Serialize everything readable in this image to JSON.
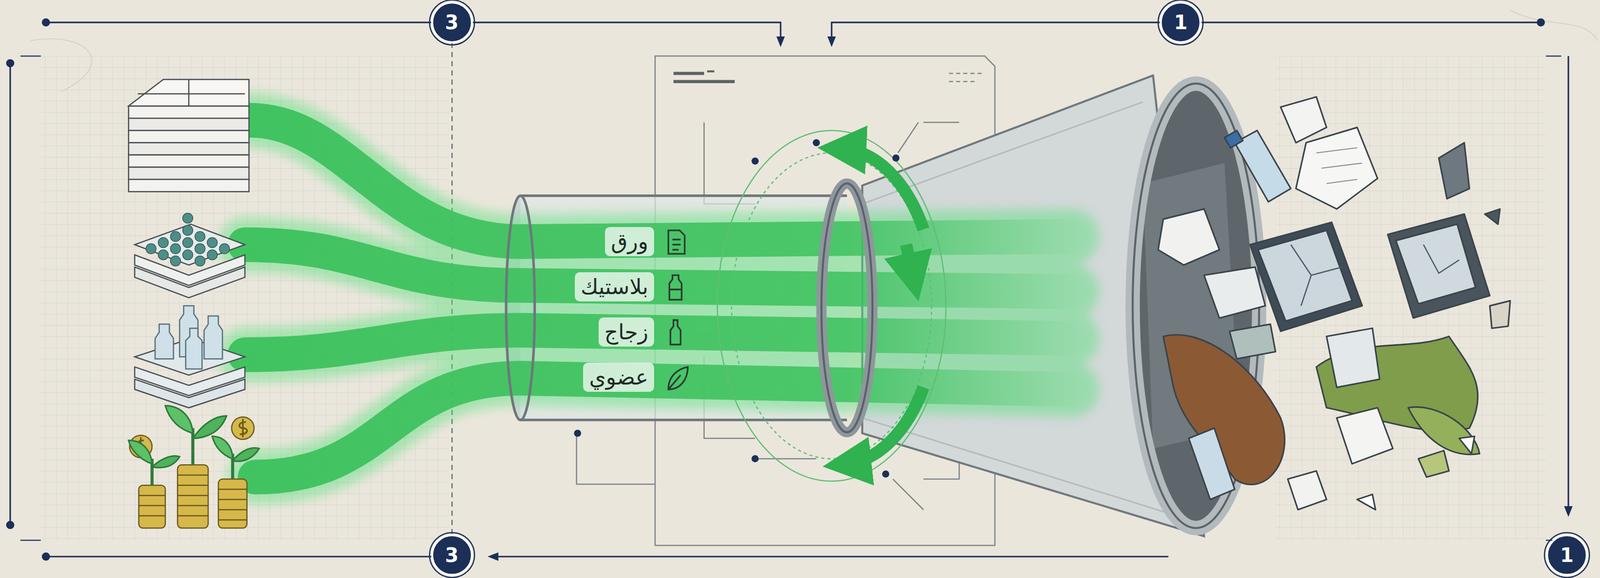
{
  "diagram": {
    "nodes": [
      {
        "text": [
          "ورق",
          "بلاستيك",
          "زجاج",
          "عضوي"
        ]
      }
    ],
    "labels": [
      "3",
      "1",
      "3",
      "1"
    ]
  }
}
